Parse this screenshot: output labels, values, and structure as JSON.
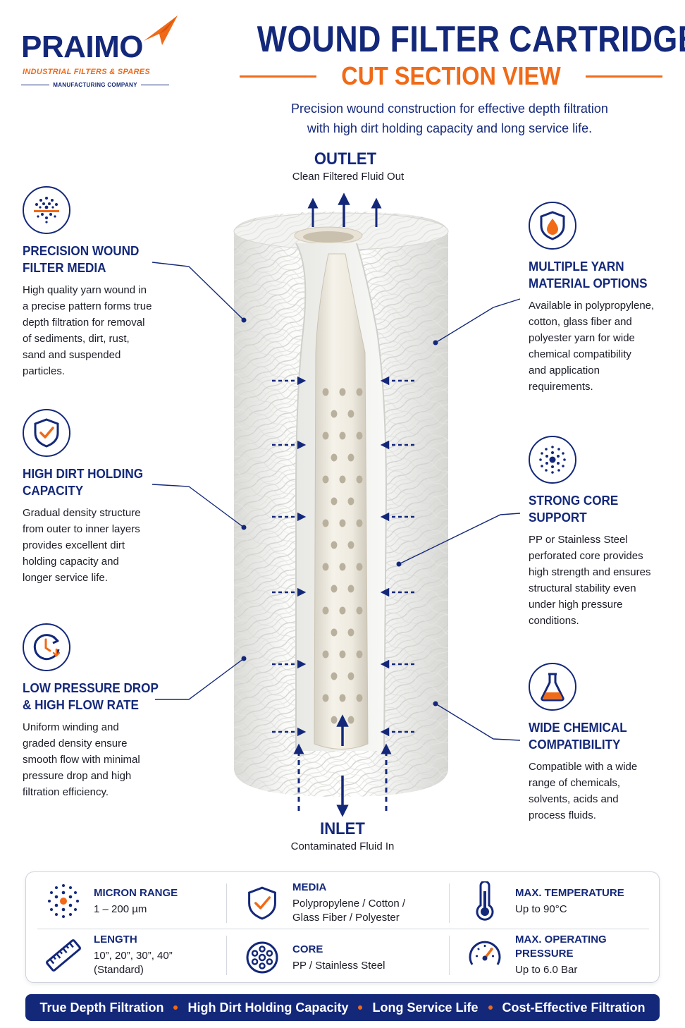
{
  "brand": {
    "name": "PRAIMO",
    "tagline": "INDUSTRIAL FILTERS & SPARES",
    "subline": "MANUFACTURING COMPANY"
  },
  "header": {
    "title": "WOUND FILTER CARTRIDGE",
    "subtitle": "CUT SECTION VIEW",
    "intro": "Precision wound construction for effective depth filtration\nwith high dirt holding capacity and long service life."
  },
  "outlet": {
    "title": "OUTLET",
    "subtitle": "Clean Filtered Fluid Out"
  },
  "inlet": {
    "title": "INLET",
    "subtitle": "Contaminated Fluid In"
  },
  "features_left": [
    {
      "icon": "filter-media-icon",
      "title": "PRECISION WOUND\nFILTER MEDIA",
      "desc": "High quality yarn wound in\na precise pattern forms true\ndepth filtration for removal\nof sediments, dirt, rust,\nsand and suspended\nparticles."
    },
    {
      "icon": "shield-check-icon",
      "title": "HIGH DIRT HOLDING\nCAPACITY",
      "desc": "Gradual density structure\nfrom outer to inner layers\nprovides excellent dirt\nholding capacity and\nlonger service life."
    },
    {
      "icon": "clock-flow-icon",
      "title": "LOW PRESSURE DROP\n& HIGH FLOW RATE",
      "desc": "Uniform winding and\ngraded density ensure\nsmooth flow with minimal\npressure drop and high\nfiltration efficiency."
    }
  ],
  "features_right": [
    {
      "icon": "droplet-shield-icon",
      "title": "MULTIPLE YARN\nMATERIAL OPTIONS",
      "desc": "Available in polypropylene,\ncotton, glass fiber and\npolyester yarn for wide\nchemical compatibility\nand application\nrequirements."
    },
    {
      "icon": "core-dots-icon",
      "title": "STRONG CORE\nSUPPORT",
      "desc": "PP or Stainless Steel\nperforated core provides\nhigh strength and ensures\nstructural stability even\nunder high pressure\nconditions."
    },
    {
      "icon": "flask-icon",
      "title": "WIDE CHEMICAL\nCOMPATIBILITY",
      "desc": "Compatible with a wide\nrange of chemicals,\nsolvents, acids and\nprocess fluids."
    }
  ],
  "specs": [
    {
      "icon": "micron-dots-icon",
      "title": "MICRON RANGE",
      "value": "1 – 200 µm"
    },
    {
      "icon": "shield-check-icon",
      "title": "MEDIA",
      "value": "Polypropylene / Cotton /\nGlass Fiber / Polyester"
    },
    {
      "icon": "thermometer-icon",
      "title": "MAX. TEMPERATURE",
      "value": "Up to 90°C"
    },
    {
      "icon": "ruler-icon",
      "title": "LENGTH",
      "value": "10”, 20”, 30”, 40”\n(Standard)"
    },
    {
      "icon": "core-holes-icon",
      "title": "CORE",
      "value": "PP / Stainless Steel"
    },
    {
      "icon": "gauge-icon",
      "title": "MAX. OPERATING\nPRESSURE",
      "value": "Up to 6.0 Bar"
    }
  ],
  "banner": [
    "True Depth Filtration",
    "High Dirt Holding Capacity",
    "Long Service Life",
    "Cost-Effective Filtration"
  ],
  "colors": {
    "navy": "#14287a",
    "orange": "#f06a17",
    "yarn": "#f4f4f2",
    "core": "#ece8de"
  }
}
